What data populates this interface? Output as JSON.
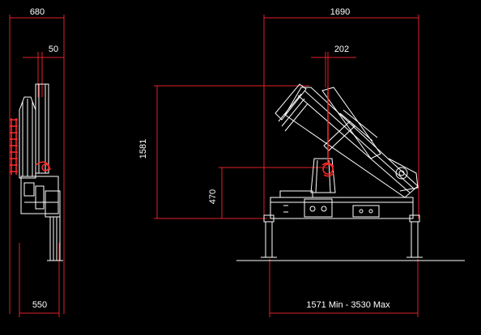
{
  "dimensions": {
    "side_width_top": "680",
    "side_offset": "50",
    "side_width_bottom": "550",
    "front_width_top": "1690",
    "front_offset": "202",
    "height_total": "1581",
    "height_pivot": "470",
    "outrigger_span": "1571 Min - 3530 Max"
  },
  "colors": {
    "background": "#000000",
    "dimension_line": "#e0202a",
    "drawing_line": "#ffffff",
    "accent_red": "#ff2a2a"
  }
}
